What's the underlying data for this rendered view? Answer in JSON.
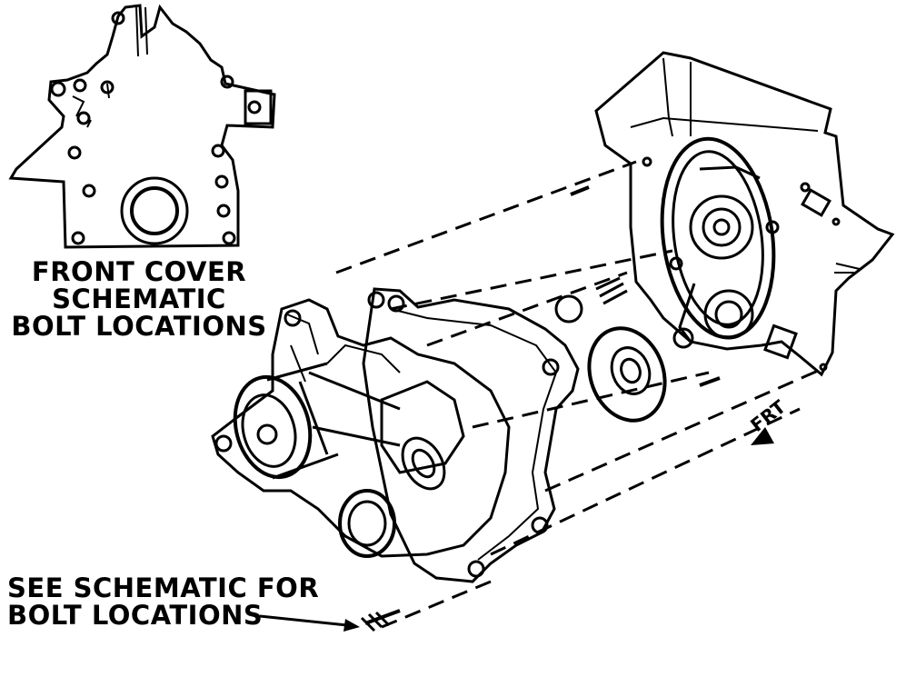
{
  "labels": {
    "front_cover_line1": "FRONT COVER",
    "front_cover_line2": "SCHEMATIC",
    "front_cover_line3": "BOLT LOCATIONS",
    "see_schematic_line1": "SEE SCHEMATIC FOR",
    "see_schematic_line2": "BOLT LOCATIONS",
    "frt": "FRT"
  },
  "colors": {
    "ink": "#000000",
    "paper": "#ffffff"
  },
  "icons": {
    "direction": "front-direction-arrow-icon"
  }
}
